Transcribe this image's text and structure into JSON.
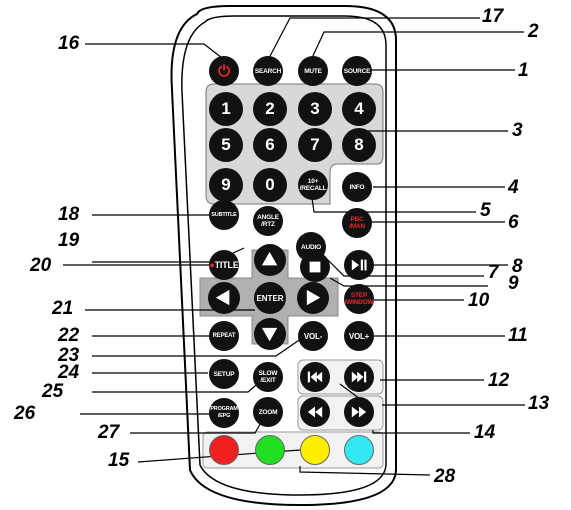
{
  "buttons": {
    "power": "⏻",
    "search": "SEARCH",
    "mute": "MUTE",
    "source": "SOURCE",
    "n1": "1",
    "n2": "2",
    "n3": "3",
    "n4": "4",
    "n5": "5",
    "n6": "6",
    "n7": "7",
    "n8": "8",
    "n9": "9",
    "n0": "0",
    "ten_plus_line1": "10+",
    "ten_plus_line2": "/RECALL",
    "info": "INFO",
    "subtitle": "SUBTITLE",
    "angle_line1": "ANGLE",
    "angle_line2": "/RTZ",
    "audio": "AUDIO",
    "pbc_line1": "PBC",
    "pbc_line2": "/MAN",
    "title": "TITLE",
    "enter": "ENTER",
    "step_line1": "STEP",
    "step_line2": "/WINDOW",
    "repeat": "REPEAT",
    "vol_minus": "VOL-",
    "vol_plus": "VOL+",
    "setup": "SETUP",
    "slow_line1": "SLOW",
    "slow_line2": "/EXIT",
    "program_line1": "PROGRAM",
    "program_line2": "/EPG",
    "zoom": "ZOOM"
  },
  "icons": {
    "play_pause": "play-pause-icon",
    "stop": "stop-icon",
    "prev": "skip-previous-icon",
    "next": "skip-next-icon",
    "rewind": "rewind-icon",
    "fast_forward": "fast-forward-icon",
    "up": "arrow-up-icon",
    "down": "arrow-down-icon",
    "left": "arrow-left-icon",
    "right": "arrow-right-icon"
  },
  "color_keys": {
    "red": "#ee2020",
    "green": "#22dd22",
    "yellow": "#ffee00",
    "cyan": "#33e8f0"
  },
  "colors": {
    "body_outline": "#000000",
    "panel_fill": "#d8d8d8",
    "dpad_fill": "#b0b0b0",
    "button_fill": "#111111",
    "red_text": "#e52a2a"
  },
  "callouts": {
    "c1": "1",
    "c2": "2",
    "c3": "3",
    "c4": "4",
    "c5": "5",
    "c6": "6",
    "c7": "7",
    "c8": "8",
    "c9": "9",
    "c10": "10",
    "c11": "11",
    "c12": "12",
    "c13": "13",
    "c14": "14",
    "c15": "15",
    "c16": "16",
    "c17": "17",
    "c18": "18",
    "c19": "19",
    "c20": "20",
    "c21": "21",
    "c22": "22",
    "c23": "23",
    "c24": "24",
    "c25": "25",
    "c26": "26",
    "c27": "27",
    "c28": "28"
  }
}
